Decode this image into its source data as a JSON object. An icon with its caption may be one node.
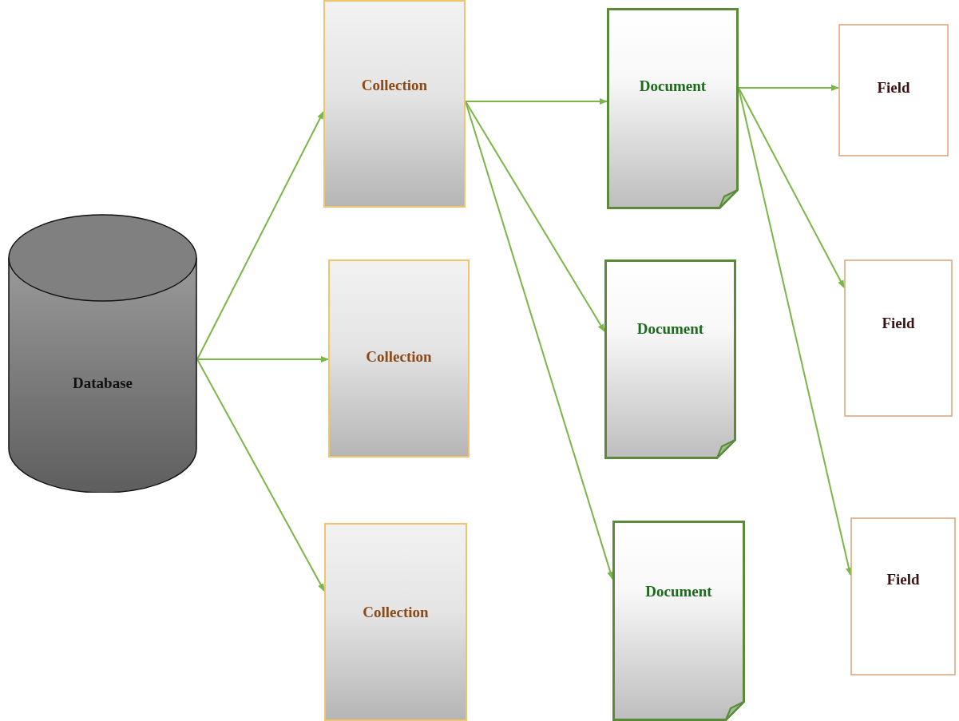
{
  "diagram": {
    "nodes": [
      {
        "text": [
          "Database"
        ]
      },
      {
        "text": [
          "Collection"
        ]
      },
      {
        "text": [
          "Collection"
        ]
      },
      {
        "text": [
          "Collection"
        ]
      },
      {
        "text": [
          "Document"
        ]
      },
      {
        "text": [
          "Document"
        ]
      },
      {
        "text": [
          "Document"
        ]
      },
      {
        "text": [
          "Field"
        ]
      },
      {
        "text": [
          "Field"
        ]
      },
      {
        "text": [
          "Field"
        ]
      }
    ],
    "edges": [
      {
        "from": 0,
        "to": 1,
        "arrow": "to"
      },
      {
        "from": 0,
        "to": 2,
        "arrow": "to"
      },
      {
        "from": 0,
        "to": 3,
        "arrow": "to"
      },
      {
        "from": 1,
        "to": 4,
        "arrow": "to"
      },
      {
        "from": 1,
        "to": 5,
        "arrow": "to"
      },
      {
        "from": 1,
        "to": 6,
        "arrow": "to"
      },
      {
        "from": 4,
        "to": 7,
        "arrow": "to"
      },
      {
        "from": 4,
        "to": 8,
        "arrow": "to"
      },
      {
        "from": 4,
        "to": 9,
        "arrow": "to"
      }
    ]
  }
}
